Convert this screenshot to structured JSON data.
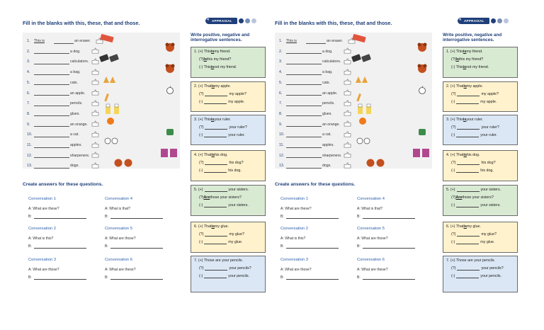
{
  "worksheet": {
    "title": "Fill in the blanks with this, these, that and those.",
    "badge": "APPRAISAL",
    "colors": {
      "navy": "#1f3f7a",
      "blue": "#2b5ea8",
      "green": "#d9ead3",
      "yellow": "#fff2cc",
      "lightblue": "#dbe7f5"
    },
    "rows": [
      {
        "num": "1.",
        "answer": "This is",
        "word": "an eraser."
      },
      {
        "num": "2.",
        "answer": "",
        "word": "a dog."
      },
      {
        "num": "3.",
        "answer": "",
        "word": "calculators."
      },
      {
        "num": "4.",
        "answer": "",
        "word": "a bag."
      },
      {
        "num": "5.",
        "answer": "",
        "word": "cats."
      },
      {
        "num": "6.",
        "answer": "",
        "word": "an apple."
      },
      {
        "num": "7.",
        "answer": "",
        "word": "pencils."
      },
      {
        "num": "8.",
        "answer": "",
        "word": "glues."
      },
      {
        "num": "9.",
        "answer": "",
        "word": "an orange."
      },
      {
        "num": "10.",
        "answer": "",
        "word": "a cat."
      },
      {
        "num": "11.",
        "answer": "",
        "word": "apples."
      },
      {
        "num": "12.",
        "answer": "",
        "word": "sharpeners."
      },
      {
        "num": "13.",
        "answer": "",
        "word": "dogs."
      }
    ],
    "right_title": "Write positive, negative and interrogative sentences.",
    "cards": [
      {
        "lines": [
          {
            "pre": "1. (+) This ",
            "u": "is",
            "post": " my friend."
          },
          {
            "pre": "(?) ",
            "u": "Is",
            "post": " this my friend?"
          },
          {
            "pre": "(-) This ",
            "u": "is",
            "post": " not my friend."
          }
        ]
      },
      {
        "lines": [
          {
            "pre": "2. (+) That ",
            "u": "is",
            "post": " my apple."
          },
          {
            "pre": "(?) ",
            "u": "",
            "post": " my apple?"
          },
          {
            "pre": "(-) ",
            "u": "",
            "post": " my apple."
          }
        ]
      },
      {
        "lines": [
          {
            "pre": "3. (+) This ",
            "u": "is",
            "post": " your ruler."
          },
          {
            "pre": "(?) ",
            "u": "",
            "post": " your ruler?"
          },
          {
            "pre": "(-) ",
            "u": "",
            "post": " your ruler."
          }
        ]
      },
      {
        "lines": [
          {
            "pre": "4. (+) That ",
            "u": "is",
            "post": " his dog."
          },
          {
            "pre": "(?) ",
            "u": "",
            "post": " his dog?"
          },
          {
            "pre": "(-) ",
            "u": "",
            "post": " his dog."
          }
        ]
      },
      {
        "lines": [
          {
            "pre": "5. (+) ",
            "u": "",
            "post": " your sisters."
          },
          {
            "pre": "(?) ",
            "u": "Are",
            "post": " those your sisters?"
          },
          {
            "pre": "(-) ",
            "u": "",
            "post": " your sisters."
          }
        ]
      },
      {
        "lines": [
          {
            "pre": "6. (+) That ",
            "u": "is",
            "post": " my glue."
          },
          {
            "pre": "(?) ",
            "u": "",
            "post": " my glue?"
          },
          {
            "pre": "(-) ",
            "u": "",
            "post": " my glue."
          }
        ]
      },
      {
        "lines": [
          {
            "pre": "7. (+) Those are your pencils.",
            "u": "",
            "post": ""
          },
          {
            "pre": "(?) ",
            "u": "",
            "post": " your pencils?"
          },
          {
            "pre": "(-) ",
            "u": "",
            "post": " your pencils."
          }
        ]
      }
    ],
    "section2_title": "Create answers for these questions.",
    "conversations": [
      {
        "title": "Conversation 1",
        "a": "A: What are these?",
        "b": "B:"
      },
      {
        "title": "Conversation 4",
        "a": "A: What is that?",
        "b": "B:"
      },
      {
        "title": "Conversation 2",
        "a": "A: What is this?",
        "b": "B:"
      },
      {
        "title": "Conversation 5",
        "a": "A: What are those?",
        "b": "B:"
      },
      {
        "title": "Conversation 3",
        "a": "A: What are those?",
        "b": "B:"
      },
      {
        "title": "Conversation 6",
        "a": "A: What are these?",
        "b": "B:"
      }
    ]
  }
}
